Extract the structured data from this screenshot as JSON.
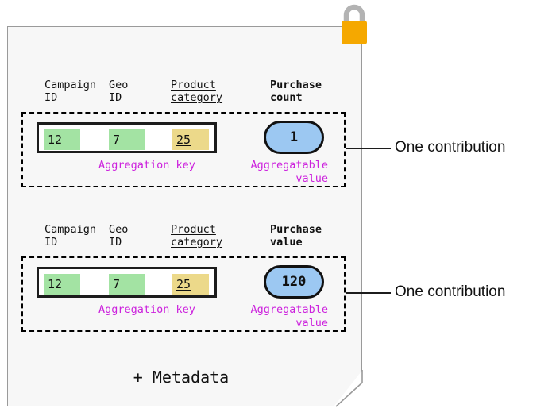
{
  "diagram": {
    "sheet": {
      "metadata_label": "+ Metadata",
      "lock_icon_name": "lock-icon"
    },
    "colors": {
      "sheet_bg": "#f7f7f7",
      "sheet_border": "#9a9a9a",
      "key_highlight_green": "#a3e3a3",
      "key_highlight_yellow": "#ecd98a",
      "value_blue": "#9cc8f2",
      "annotation_purple": "#cc22dd",
      "lock_body_orange": "#f5a800",
      "lock_shackle_gray": "#b3b3b3",
      "outline_black": "#1c1c1c"
    },
    "contributions": [
      {
        "headers": {
          "campaign": "Campaign\nID",
          "geo": "Geo\nID",
          "product": "Product\ncategory",
          "measure": "Purchase\ncount"
        },
        "key_cells": [
          {
            "value": "12",
            "highlight": "green"
          },
          {
            "value": "7",
            "highlight": "green"
          },
          {
            "value": "25",
            "highlight": "yellow"
          }
        ],
        "aggregatable_value": "1",
        "key_annotation": "Aggregation key",
        "value_annotation": "Aggregatable\nvalue",
        "callout_label": "One contribution"
      },
      {
        "headers": {
          "campaign": "Campaign\nID",
          "geo": "Geo\nID",
          "product": "Product\ncategory",
          "measure": "Purchase\nvalue"
        },
        "key_cells": [
          {
            "value": "12",
            "highlight": "green"
          },
          {
            "value": "7",
            "highlight": "green"
          },
          {
            "value": "25",
            "highlight": "yellow"
          }
        ],
        "aggregatable_value": "120",
        "key_annotation": "Aggregation key",
        "value_annotation": "Aggregatable\nvalue",
        "callout_label": "One contribution"
      }
    ]
  }
}
